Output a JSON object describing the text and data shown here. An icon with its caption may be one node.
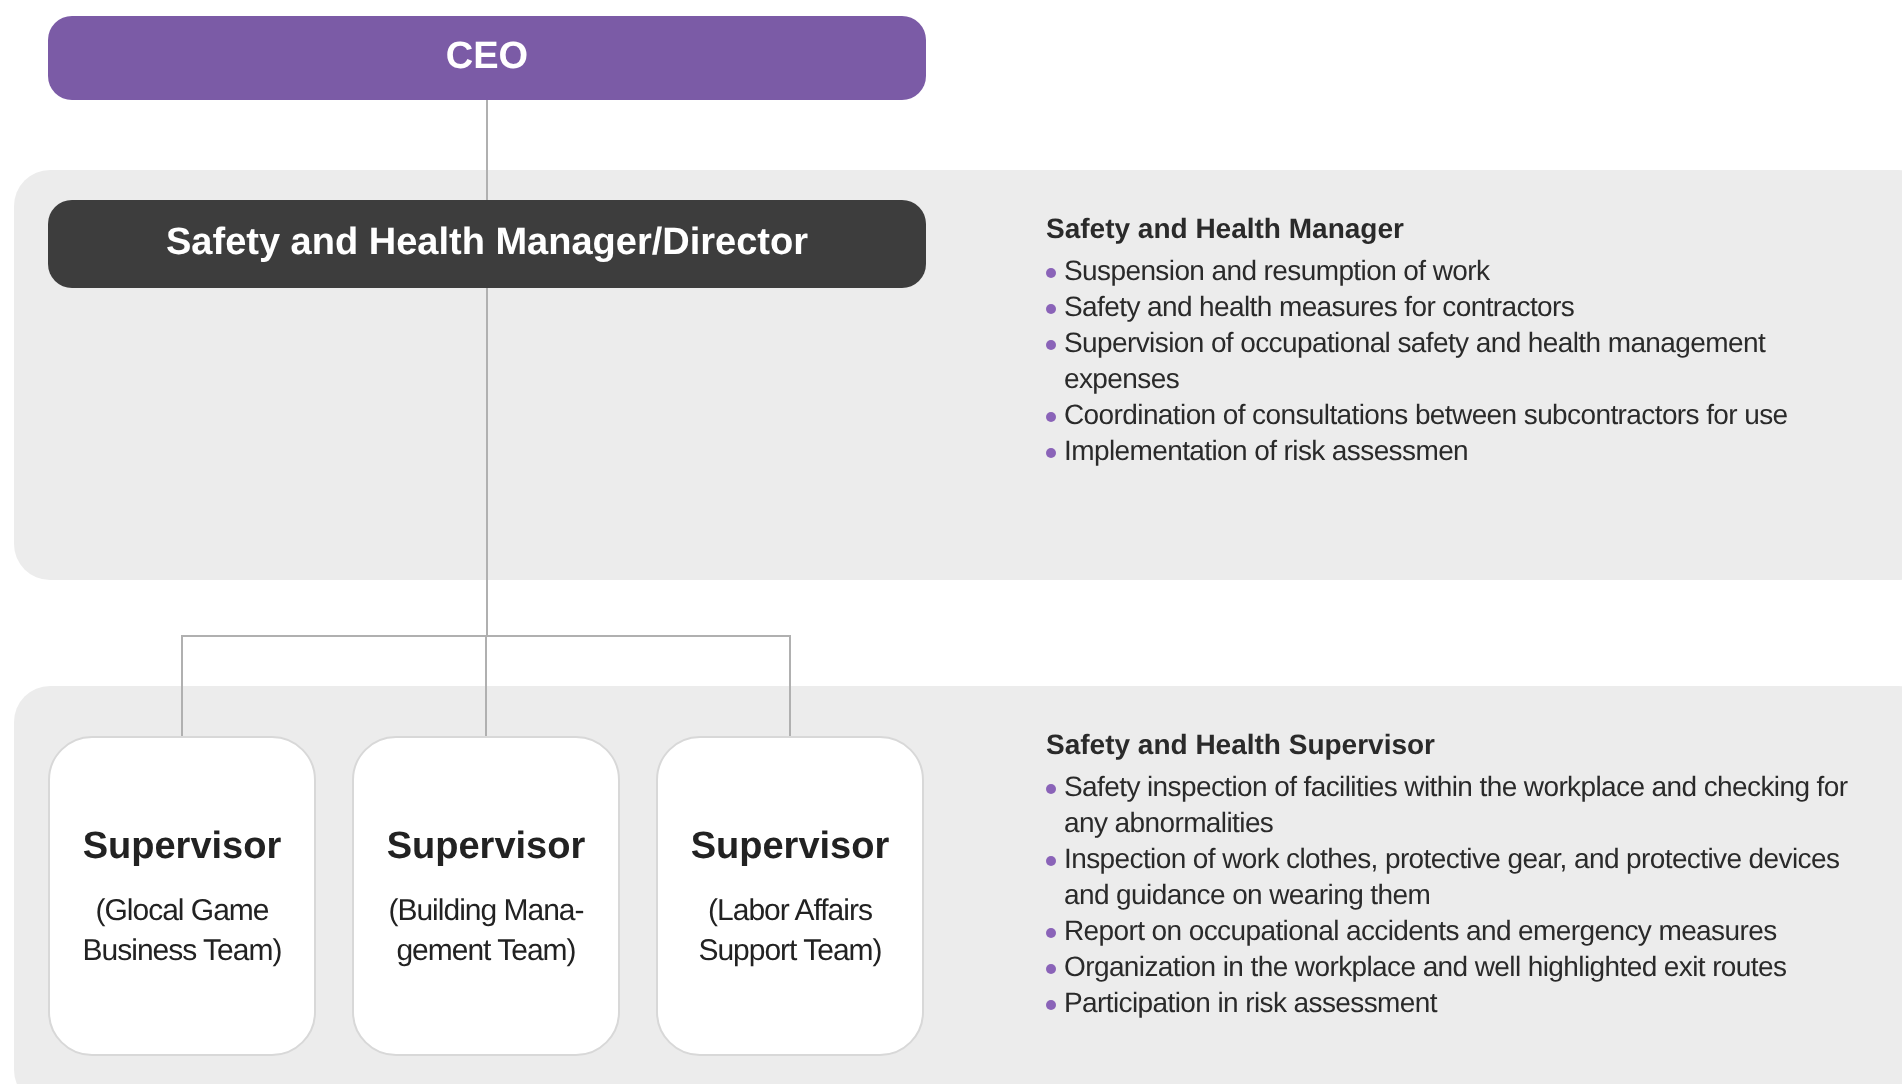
{
  "diagram": {
    "nodes": [
      {
        "text": [
          "CEO"
        ]
      },
      {
        "text": [
          "Safety and Health Manager",
          "Suspension and resumption of work",
          "Safety and health measures for contractors",
          "Supervision of occupational safety and health management expenses",
          "Coordination of consultations between subcontractors for use",
          "Implementation of risk assessmen"
        ]
      },
      {
        "text": [
          "Safety and Health Manager/Director"
        ],
        "in": 1
      },
      {
        "text": [
          "Safety and Health Supervisor",
          "Safety inspection of facilities within the workplace and checking for any abnormalities",
          "Inspection of work clothes, protective gear, and protective devices and guidance on wearing them",
          "Report on occupational accidents and emergency measures",
          "Organization in the workplace and well highlighted exit routes",
          "Participation in risk assessment"
        ]
      },
      {
        "text": [
          "Supervisor",
          "(Glocal Game Business Team)"
        ],
        "in": 3
      },
      {
        "text": [
          "Supervisor",
          "(Building Mana-gement Team)"
        ],
        "in": 3
      },
      {
        "text": [
          "Supervisor",
          "(Labor Affairs Support Team)"
        ],
        "in": 3
      }
    ],
    "edges": [
      {
        "from": 0,
        "to": 2,
        "arrow": "none"
      },
      {
        "from": 2,
        "to": 4,
        "arrow": "none"
      },
      {
        "from": 2,
        "to": 5,
        "arrow": "none"
      },
      {
        "from": 2,
        "to": 6,
        "arrow": "none"
      }
    ]
  }
}
